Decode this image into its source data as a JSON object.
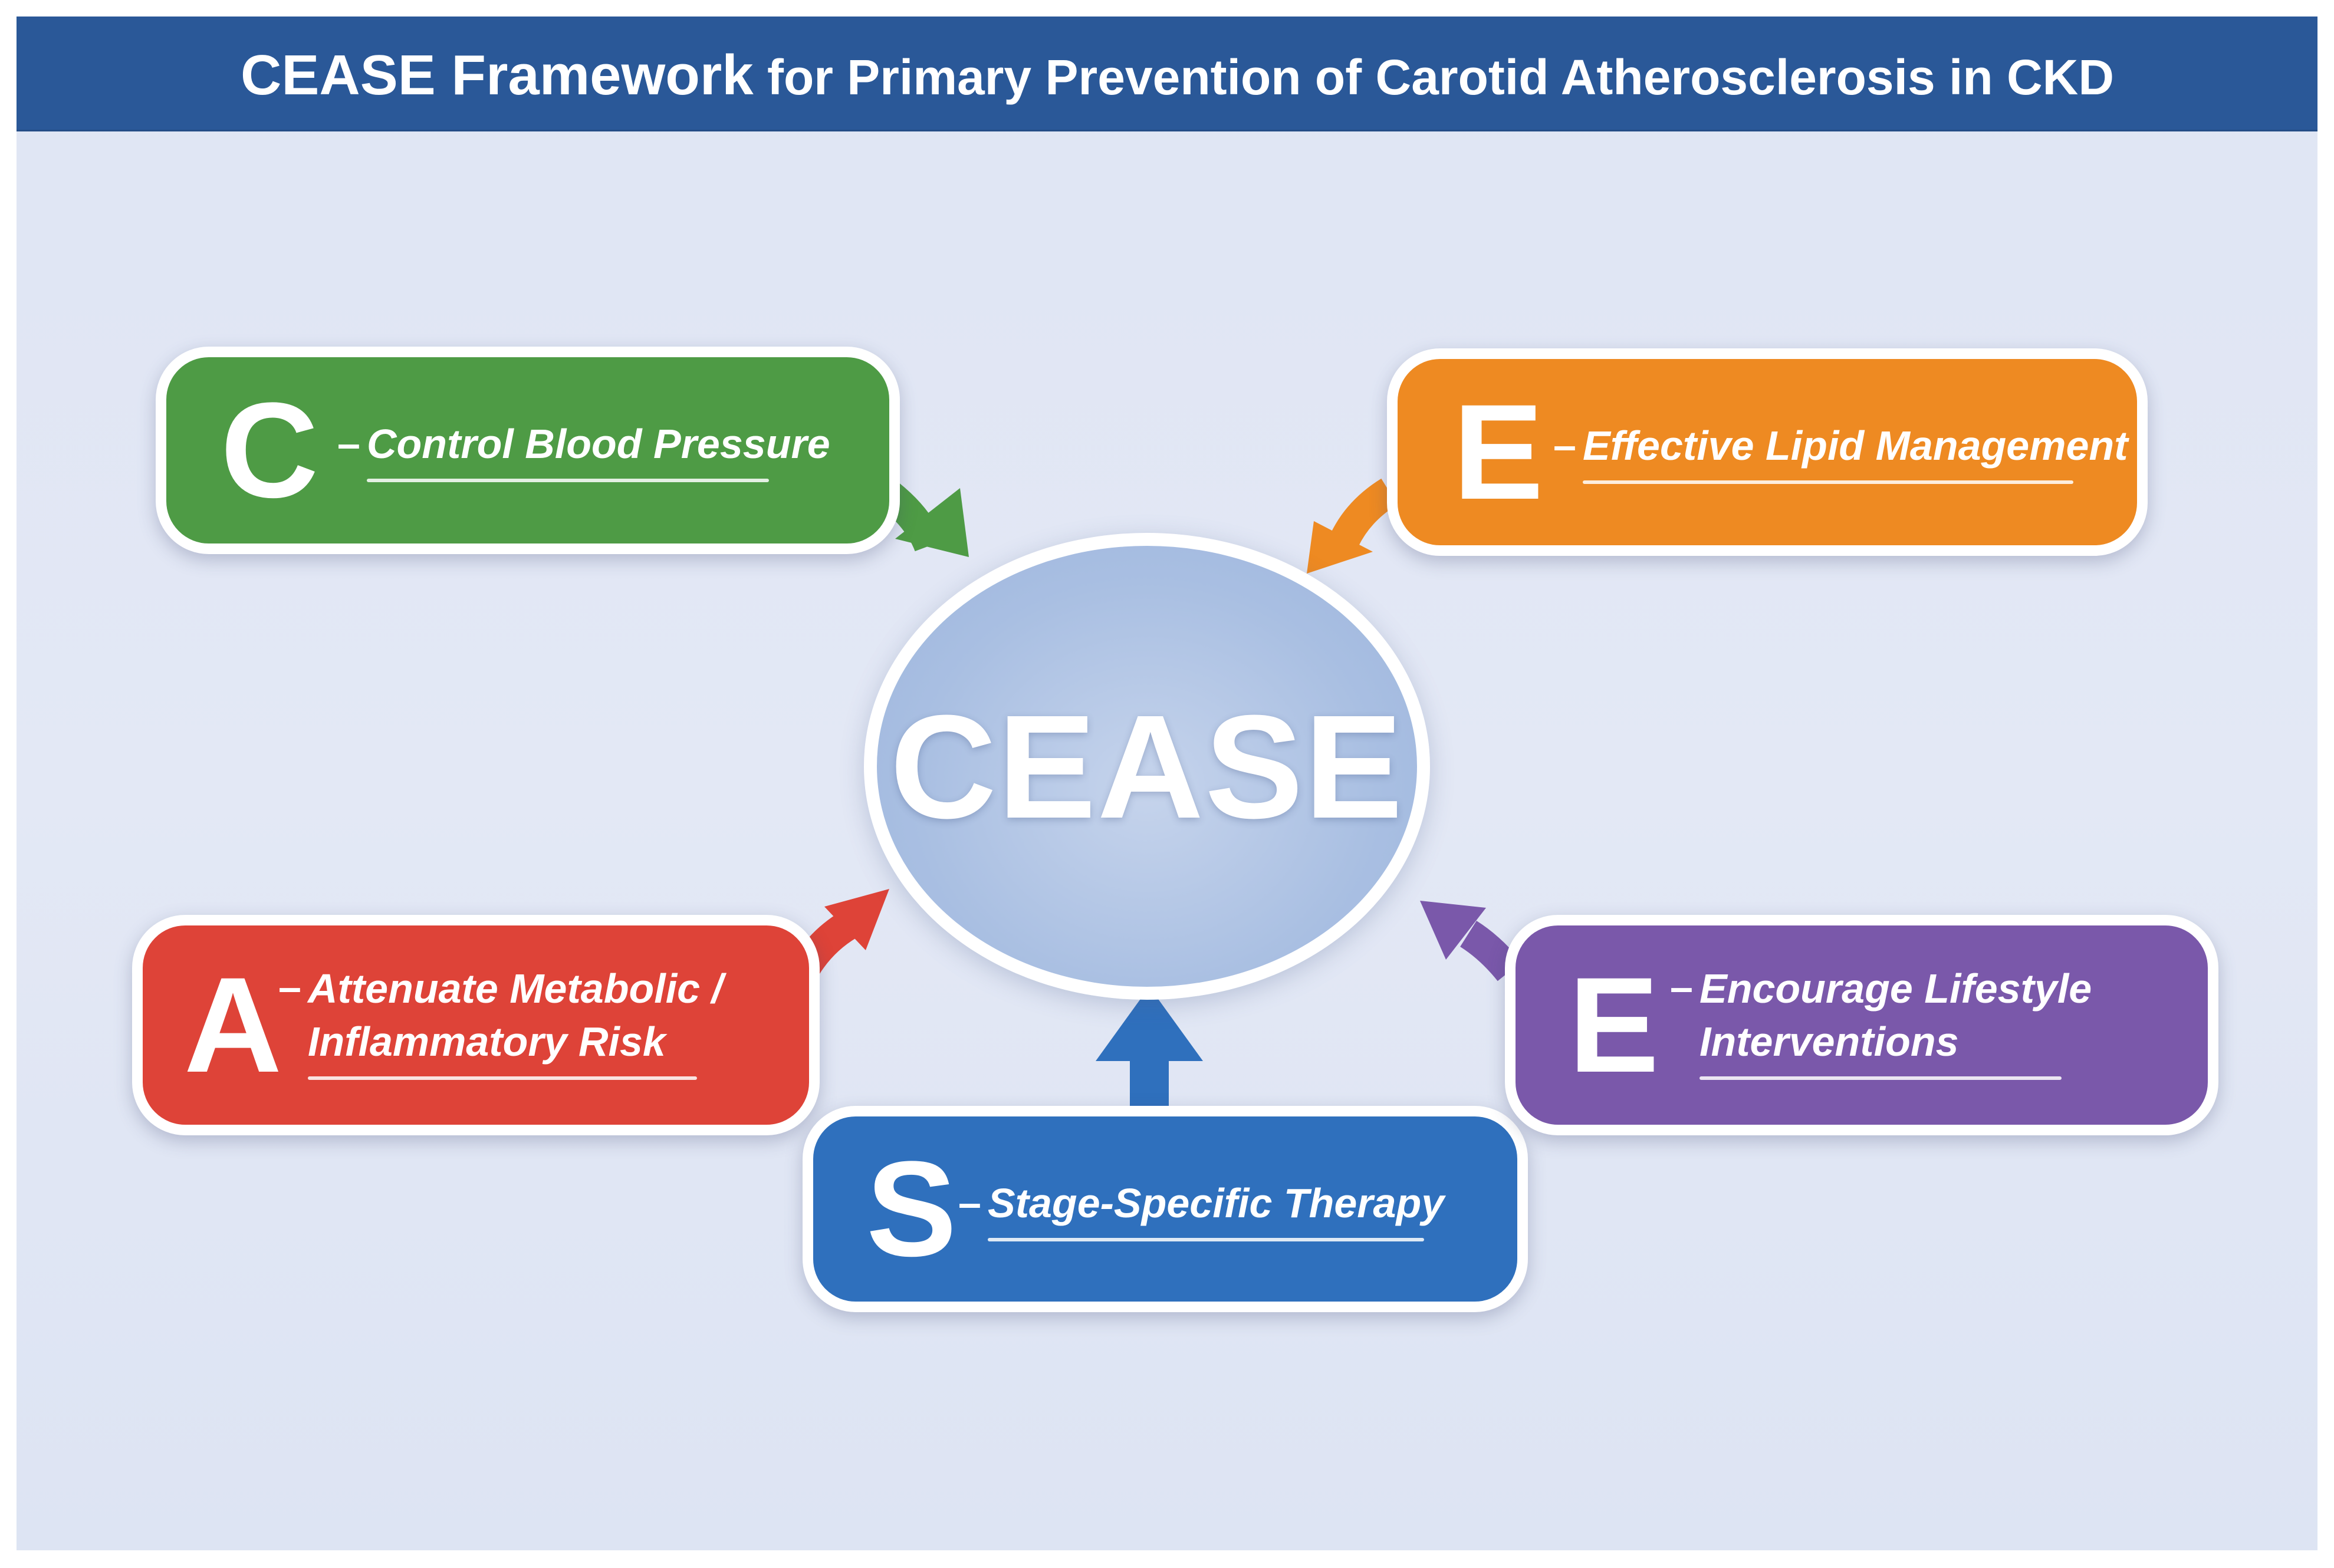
{
  "title": {
    "strong": "CEASE Framework",
    "rest": "for Primary Prevention of Carotid Atherosclerosis in CKD"
  },
  "hub": {
    "label": "CEASE",
    "color": "#a9bfe2"
  },
  "components": [
    {
      "id": "c",
      "letter": "C",
      "dash": "–",
      "lines": [
        "Control Blood Pressure"
      ],
      "color": "#4e9b45"
    },
    {
      "id": "e1",
      "letter": "E",
      "dash": "–",
      "lines": [
        "Effective Lipid Management"
      ],
      "color": "#ee8a22"
    },
    {
      "id": "a",
      "letter": "A",
      "dash": "–",
      "lines": [
        "Attenuate Metabolic /",
        "Inflammatory Risk"
      ],
      "color": "#de4338"
    },
    {
      "id": "s",
      "letter": "S",
      "dash": "–",
      "lines": [
        "Stage-Specific Therapy"
      ],
      "color": "#2f70bd"
    },
    {
      "id": "e2",
      "letter": "E",
      "dash": "–",
      "lines": [
        "Encourage Lifestyle",
        "Interventions"
      ],
      "color": "#7a58aa"
    }
  ],
  "header_color": "#2a5898",
  "background_color": "#e0e6f4"
}
